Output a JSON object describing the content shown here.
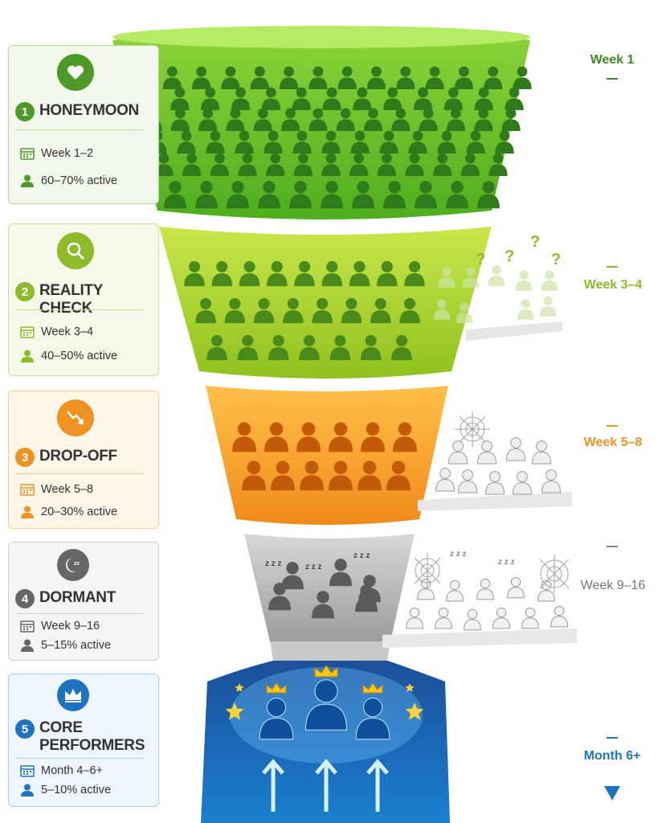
{
  "stages": [
    {
      "number": "1",
      "name": "HONEYMOON",
      "period": "Week 1–2",
      "active": "60–70% active",
      "icon": "heart-icon",
      "color": "#4e9a28",
      "light": "#f3f8ec",
      "border": "#b7d79a"
    },
    {
      "number": "2",
      "name": "REALITY CHECK",
      "period": "Week 3–4",
      "active": "40–50% active",
      "icon": "magnifier-icon",
      "color": "#8dbb2a",
      "light": "#f6f9ea",
      "border": "#c9df95"
    },
    {
      "number": "3",
      "name": "DROP-OFF",
      "period": "Week 5–8",
      "active": "20–30% active",
      "icon": "trend-down-icon",
      "color": "#ef9222",
      "light": "#fff6ea",
      "border": "#f4c98d"
    },
    {
      "number": "4",
      "name": "DORMANT",
      "period": "Week 9–16",
      "active": "5–15% active",
      "icon": "moon-sleep-icon",
      "color": "#666666",
      "light": "#f5f5f5",
      "border": "#cfcfcf"
    },
    {
      "number": "5",
      "name": "CORE PERFORMERS",
      "period": "Month 4–6+",
      "active": "5–10% active",
      "icon": "crown-icon",
      "color": "#1f74c2",
      "light": "#eef5fc",
      "border": "#a9cdee"
    }
  ],
  "timeline": {
    "labels": [
      "Week 1",
      "Week 3–4",
      "Week 5–8",
      "Week 9–16",
      "Month 6+"
    ],
    "colors": [
      "#3f8a22",
      "#8dbb2a",
      "#ef9222",
      "#777777",
      "#1f74c2"
    ]
  },
  "decor": {
    "question_mark": "?",
    "sleep_mark": "z z z"
  }
}
